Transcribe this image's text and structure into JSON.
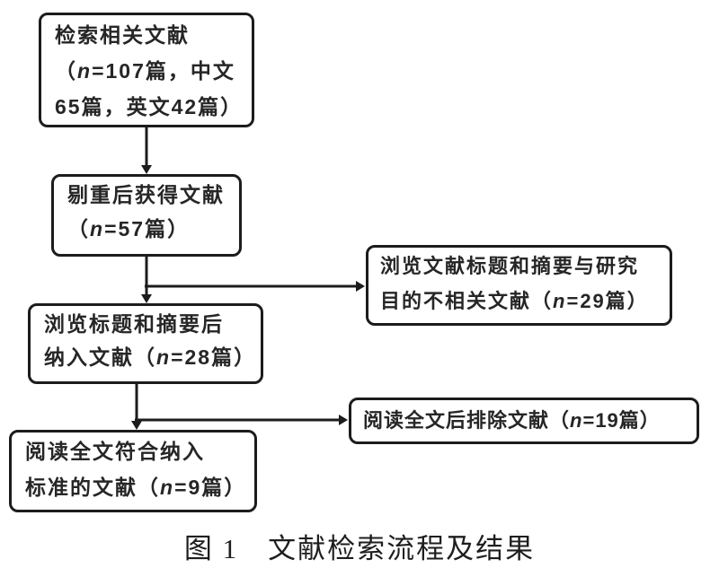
{
  "colors": {
    "ink": "#1c1c1c",
    "paper": "#ffffff",
    "text": "#262626"
  },
  "counts": {
    "total_retrieved": 107,
    "chinese": 65,
    "english": 42,
    "after_deduplication": 57,
    "excluded_by_title_abstract": 29,
    "included_after_title_abstract": 28,
    "excluded_after_fulltext": 19,
    "final_included": 9
  },
  "boxes": {
    "search": {
      "line1": "检索相关文献",
      "line2_pre": "（",
      "line2_n": "n",
      "line2_post": "=107篇，中文",
      "line3": "65篇，英文42篇）"
    },
    "dedup": {
      "line1": "剔重后获得文献",
      "line2_pre": "（",
      "line2_n": "n",
      "line2_post": "=57篇）"
    },
    "screened": {
      "line1": "浏览标题和摘要后",
      "line2_pre": "纳入文献（",
      "line2_n": "n",
      "line2_post": "=28篇）"
    },
    "included": {
      "line1": "阅读全文符合纳入",
      "line2_pre": "标准的文献（",
      "line2_n": "n",
      "line2_post": "=9篇）"
    },
    "excluded_irrelevant": {
      "line1": "浏览文献标题和摘要与研究",
      "line2_pre": "目的不相关文献（",
      "line2_n": "n",
      "line2_post": "=29篇）"
    },
    "excluded_fulltext": {
      "line1_pre": "阅读全文后排除文献（",
      "line1_n": "n",
      "line1_post": "=19篇）"
    }
  },
  "caption": "图 1　文献检索流程及结果"
}
